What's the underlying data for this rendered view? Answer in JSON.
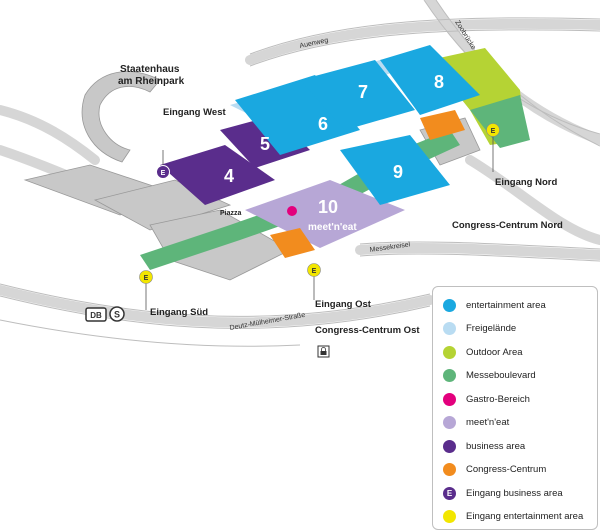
{
  "map": {
    "places": {
      "staatenhaus": "Staatenhaus",
      "rheinpark": "am Rheinpark",
      "eingang_west": "Eingang West",
      "eingang_nord": "Eingang Nord",
      "eingang_sued": "Eingang Süd",
      "eingang_ost": "Eingang Ost",
      "cc_nord": "Congress-Centrum Nord",
      "cc_ost": "Congress-Centrum Ost",
      "piazza": "Piazza",
      "boulevard": "Boulevard",
      "meet_eat": "meet'n'eat",
      "db": "DB",
      "sbahn": "S"
    },
    "streets": {
      "auenweg": "Auenweg",
      "zoobruecke": "Zoobrücke",
      "messekreisel": "Messekreisel",
      "deutz_muelheimer": "Deutz-Mülheimer-Straße"
    },
    "halls": {
      "h4": "4",
      "h5": "5",
      "h6": "6",
      "h7": "7",
      "h8": "8",
      "h9": "9",
      "h10": "10"
    },
    "markers": {
      "business": "E",
      "entertainment": "E"
    }
  },
  "legend": {
    "items": [
      {
        "label": "entertainment area",
        "color": "#1aa8e0",
        "letter": ""
      },
      {
        "label": "Freigelände",
        "color": "#b9dcf2",
        "letter": ""
      },
      {
        "label": "Outdoor Area",
        "color": "#b5d334",
        "letter": ""
      },
      {
        "label": "Messeboulevard",
        "color": "#5eb57a",
        "letter": ""
      },
      {
        "label": "Gastro-Bereich",
        "color": "#e3007d",
        "letter": ""
      },
      {
        "label": "meet'n'eat",
        "color": "#b7a7d6",
        "letter": ""
      },
      {
        "label": "business area",
        "color": "#5a2d8c",
        "letter": ""
      },
      {
        "label": "Congress-Centrum",
        "color": "#f28c1e",
        "letter": ""
      },
      {
        "label": "Eingang business area",
        "color": "#5a2d8c",
        "letter": "E"
      },
      {
        "label": "Eingang entertainment area",
        "color": "#f2e600",
        "letter": ""
      }
    ]
  },
  "colors": {
    "entertainment": "#1aa8e0",
    "business": "#5a2d8c",
    "boulevard": "#5eb57a",
    "congress": "#f28c1e",
    "meet": "#b7a7d6",
    "outdoor": "#b5d334",
    "freigelaende": "#b9dcf2",
    "gastro": "#e3007d",
    "building_gray": "#c8c8c8"
  }
}
